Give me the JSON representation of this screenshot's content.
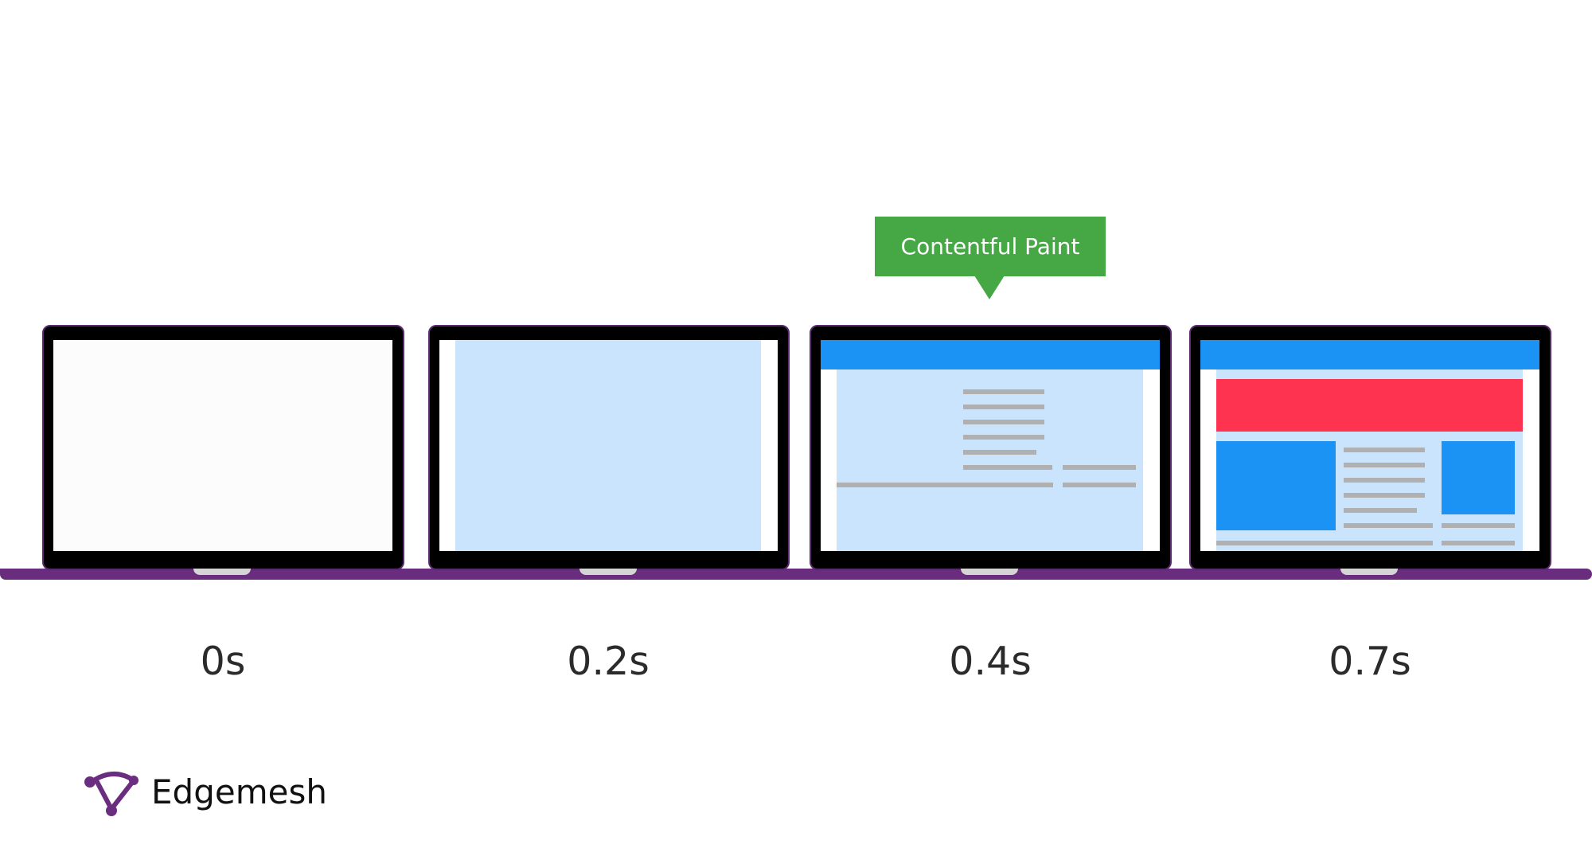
{
  "callout": {
    "label": "Contentful Paint"
  },
  "frames": [
    {
      "time": "0s"
    },
    {
      "time": "0.2s"
    },
    {
      "time": "0.4s"
    },
    {
      "time": "0.7s"
    }
  ],
  "brand": {
    "name": "Edgemesh",
    "logo_icon": "edgemesh-logo-icon"
  },
  "colors": {
    "laptop_frame": "#000000",
    "laptop_border": "#5a2a6e",
    "base_bar": "#6a2d7e",
    "screen_blank": "#ffffff",
    "screen_bg": "#c9e4fc",
    "header_blue": "#1a93f5",
    "hero_red": "#fe334f",
    "text_lines": "#b0b0b0",
    "callout_green": "#45a845",
    "logo_purple": "#6b2d80"
  }
}
